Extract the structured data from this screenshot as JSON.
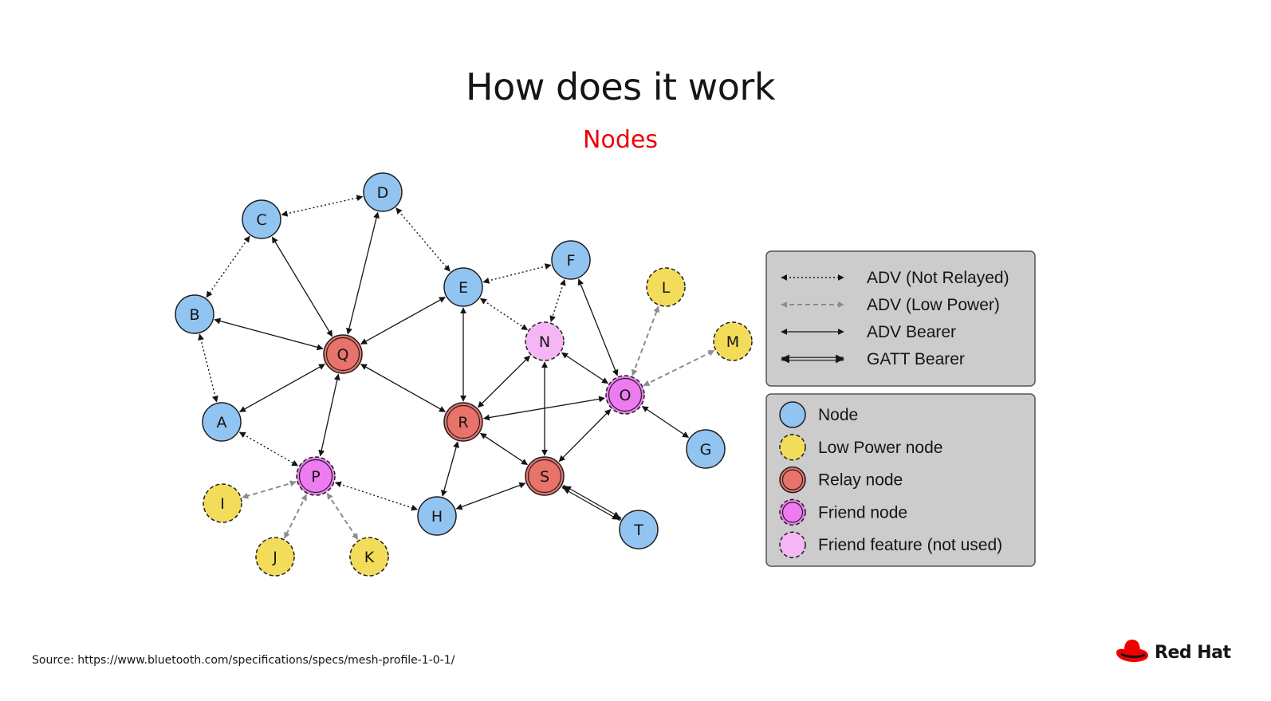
{
  "title": "How does it work",
  "subtitle": "Nodes",
  "source": "Source: https://www.bluetooth.com/specifications/specs/mesh-profile-1-0-1/",
  "brand": "Red Hat",
  "colors": {
    "node": "#92c4f2",
    "low_power": "#f4dc5b",
    "relay": "#e8736b",
    "friend": "#ec7cf0",
    "friend_unused": "#f5b6f5",
    "legend_bg": "#cccccc",
    "brand_red": "#ee0000"
  },
  "nodes": [
    {
      "id": "A",
      "type": "node"
    },
    {
      "id": "B",
      "type": "node"
    },
    {
      "id": "C",
      "type": "node"
    },
    {
      "id": "D",
      "type": "node"
    },
    {
      "id": "E",
      "type": "node"
    },
    {
      "id": "F",
      "type": "node"
    },
    {
      "id": "G",
      "type": "node"
    },
    {
      "id": "H",
      "type": "node"
    },
    {
      "id": "I",
      "type": "low_power"
    },
    {
      "id": "J",
      "type": "low_power"
    },
    {
      "id": "K",
      "type": "low_power"
    },
    {
      "id": "L",
      "type": "low_power"
    },
    {
      "id": "M",
      "type": "low_power"
    },
    {
      "id": "N",
      "type": "friend_unused"
    },
    {
      "id": "O",
      "type": "friend"
    },
    {
      "id": "P",
      "type": "friend"
    },
    {
      "id": "Q",
      "type": "relay"
    },
    {
      "id": "R",
      "type": "relay"
    },
    {
      "id": "S",
      "type": "relay"
    },
    {
      "id": "T",
      "type": "node"
    }
  ],
  "edges": [
    {
      "from": "C",
      "to": "D",
      "kind": "adv_not_relayed"
    },
    {
      "from": "C",
      "to": "B",
      "kind": "adv_not_relayed"
    },
    {
      "from": "D",
      "to": "E",
      "kind": "adv_not_relayed"
    },
    {
      "from": "B",
      "to": "A",
      "kind": "adv_not_relayed"
    },
    {
      "from": "E",
      "to": "F",
      "kind": "adv_not_relayed"
    },
    {
      "from": "E",
      "to": "N",
      "kind": "adv_not_relayed"
    },
    {
      "from": "F",
      "to": "N",
      "kind": "adv_not_relayed"
    },
    {
      "from": "A",
      "to": "P",
      "kind": "adv_not_relayed"
    },
    {
      "from": "P",
      "to": "H",
      "kind": "adv_not_relayed"
    },
    {
      "from": "P",
      "to": "I",
      "kind": "adv_low_power"
    },
    {
      "from": "P",
      "to": "J",
      "kind": "adv_low_power"
    },
    {
      "from": "P",
      "to": "K",
      "kind": "adv_low_power"
    },
    {
      "from": "O",
      "to": "L",
      "kind": "adv_low_power"
    },
    {
      "from": "O",
      "to": "M",
      "kind": "adv_low_power"
    },
    {
      "from": "Q",
      "to": "C",
      "kind": "adv_bearer"
    },
    {
      "from": "Q",
      "to": "D",
      "kind": "adv_bearer"
    },
    {
      "from": "Q",
      "to": "B",
      "kind": "adv_bearer"
    },
    {
      "from": "Q",
      "to": "A",
      "kind": "adv_bearer"
    },
    {
      "from": "Q",
      "to": "E",
      "kind": "adv_bearer"
    },
    {
      "from": "Q",
      "to": "R",
      "kind": "adv_bearer"
    },
    {
      "from": "Q",
      "to": "P",
      "kind": "adv_bearer"
    },
    {
      "from": "E",
      "to": "R",
      "kind": "adv_bearer"
    },
    {
      "from": "R",
      "to": "N",
      "kind": "adv_bearer"
    },
    {
      "from": "R",
      "to": "O",
      "kind": "adv_bearer"
    },
    {
      "from": "R",
      "to": "S",
      "kind": "adv_bearer"
    },
    {
      "from": "R",
      "to": "H",
      "kind": "adv_bearer"
    },
    {
      "from": "N",
      "to": "S",
      "kind": "adv_bearer"
    },
    {
      "from": "N",
      "to": "O",
      "kind": "adv_bearer"
    },
    {
      "from": "F",
      "to": "O",
      "kind": "adv_bearer"
    },
    {
      "from": "O",
      "to": "S",
      "kind": "adv_bearer"
    },
    {
      "from": "O",
      "to": "G",
      "kind": "adv_bearer"
    },
    {
      "from": "S",
      "to": "H",
      "kind": "adv_bearer"
    },
    {
      "from": "S",
      "to": "T",
      "kind": "gatt_bearer"
    }
  ],
  "legend_lines": [
    {
      "kind": "adv_not_relayed",
      "label": "ADV (Not Relayed)"
    },
    {
      "kind": "adv_low_power",
      "label": "ADV (Low Power)"
    },
    {
      "kind": "adv_bearer",
      "label": "ADV Bearer"
    },
    {
      "kind": "gatt_bearer",
      "label": "GATT Bearer"
    }
  ],
  "legend_nodes": [
    {
      "type": "node",
      "label": "Node"
    },
    {
      "type": "low_power",
      "label": "Low Power node"
    },
    {
      "type": "relay",
      "label": "Relay node"
    },
    {
      "type": "friend",
      "label": "Friend node"
    },
    {
      "type": "friend_unused",
      "label": "Friend feature (not used)"
    }
  ]
}
